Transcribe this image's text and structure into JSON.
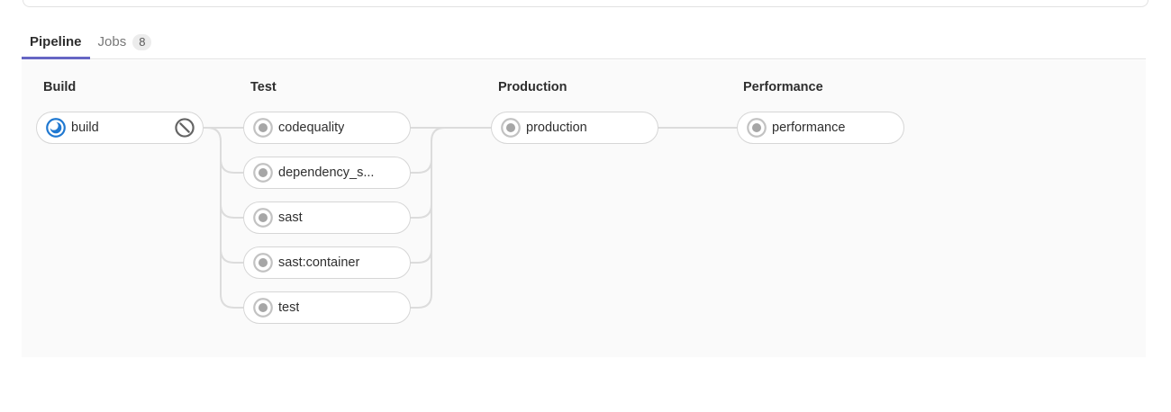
{
  "tabs": [
    {
      "label": "Pipeline",
      "active": true
    },
    {
      "label": "Jobs",
      "badge": "8",
      "active": false
    }
  ],
  "pipeline": {
    "stages": [
      {
        "name": "Build",
        "jobs": [
          {
            "name": "build",
            "status": "running",
            "cancelable": true
          }
        ]
      },
      {
        "name": "Test",
        "jobs": [
          {
            "name": "codequality",
            "status": "created"
          },
          {
            "name": "dependency_s...",
            "status": "created"
          },
          {
            "name": "sast",
            "status": "created"
          },
          {
            "name": "sast:container",
            "status": "created"
          },
          {
            "name": "test",
            "status": "created"
          }
        ]
      },
      {
        "name": "Production",
        "jobs": [
          {
            "name": "production",
            "status": "created"
          }
        ]
      },
      {
        "name": "Performance",
        "jobs": [
          {
            "name": "performance",
            "status": "created"
          }
        ]
      }
    ]
  },
  "icons": {
    "running": "running-status-icon",
    "created": "created-status-icon",
    "cancel": "cancel-icon"
  },
  "colors": {
    "active_tab_indicator": "#6666c4",
    "running_status": "#1f78d1",
    "created_status_dot": "#a6a6a6",
    "created_status_ring": "#c2c2c2",
    "cancel_icon": "#646464",
    "connector": "#dcdcdc",
    "pill_border": "#d6d6d6",
    "panel_background": "#fafafa",
    "tab_border": "#e3e3e3"
  }
}
